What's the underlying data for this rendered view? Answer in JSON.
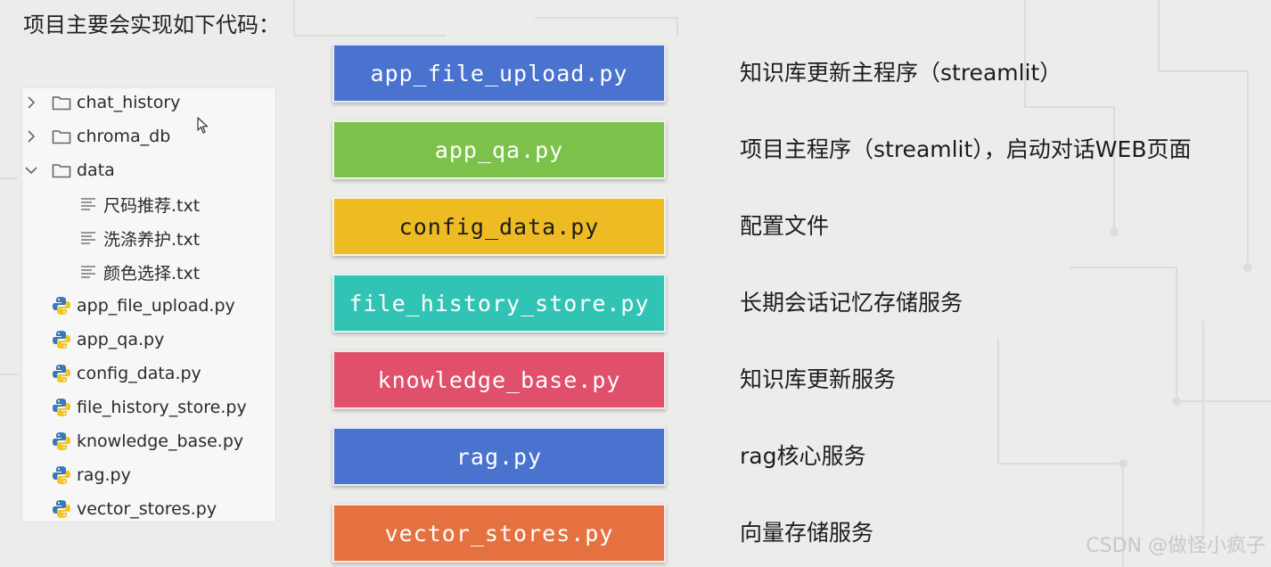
{
  "header": {
    "title": "项目主要会实现如下代码："
  },
  "tree": [
    {
      "label": "chat_history",
      "kind": "folder",
      "state": "collapsed"
    },
    {
      "label": "chroma_db",
      "kind": "folder",
      "state": "collapsed"
    },
    {
      "label": "data",
      "kind": "folder",
      "state": "expanded"
    },
    {
      "label": "尺码推荐.txt",
      "kind": "text",
      "indent": 1
    },
    {
      "label": "洗涤养护.txt",
      "kind": "text",
      "indent": 1
    },
    {
      "label": "颜色选择.txt",
      "kind": "text",
      "indent": 1
    },
    {
      "label": "app_file_upload.py",
      "kind": "python"
    },
    {
      "label": "app_qa.py",
      "kind": "python"
    },
    {
      "label": "config_data.py",
      "kind": "python"
    },
    {
      "label": "file_history_store.py",
      "kind": "python"
    },
    {
      "label": "knowledge_base.py",
      "kind": "python"
    },
    {
      "label": "rag.py",
      "kind": "python"
    },
    {
      "label": "vector_stores.py",
      "kind": "python"
    }
  ],
  "files": [
    {
      "name": "app_file_upload.py",
      "color": "#4a72cf",
      "text_color": "#ffffff",
      "desc": "知识库更新主程序（streamlit）"
    },
    {
      "name": "app_qa.py",
      "color": "#7cc14a",
      "text_color": "#ffffff",
      "desc": "项目主程序（streamlit），启动对话WEB页面"
    },
    {
      "name": "config_data.py",
      "color": "#eebc22",
      "text_color": "#1c1c1c",
      "desc": "配置文件"
    },
    {
      "name": "file_history_store.py",
      "color": "#31c4b4",
      "text_color": "#ffffff",
      "desc": "长期会话记忆存储服务"
    },
    {
      "name": "knowledge_base.py",
      "color": "#e0506a",
      "text_color": "#ffffff",
      "desc": "知识库更新服务"
    },
    {
      "name": "rag.py",
      "color": "#4a72cf",
      "text_color": "#ffffff",
      "desc": "rag核心服务"
    },
    {
      "name": "vector_stores.py",
      "color": "#e67140",
      "text_color": "#ffffff",
      "desc": "向量存储服务"
    }
  ],
  "watermark": "CSDN @做怪小疯子"
}
